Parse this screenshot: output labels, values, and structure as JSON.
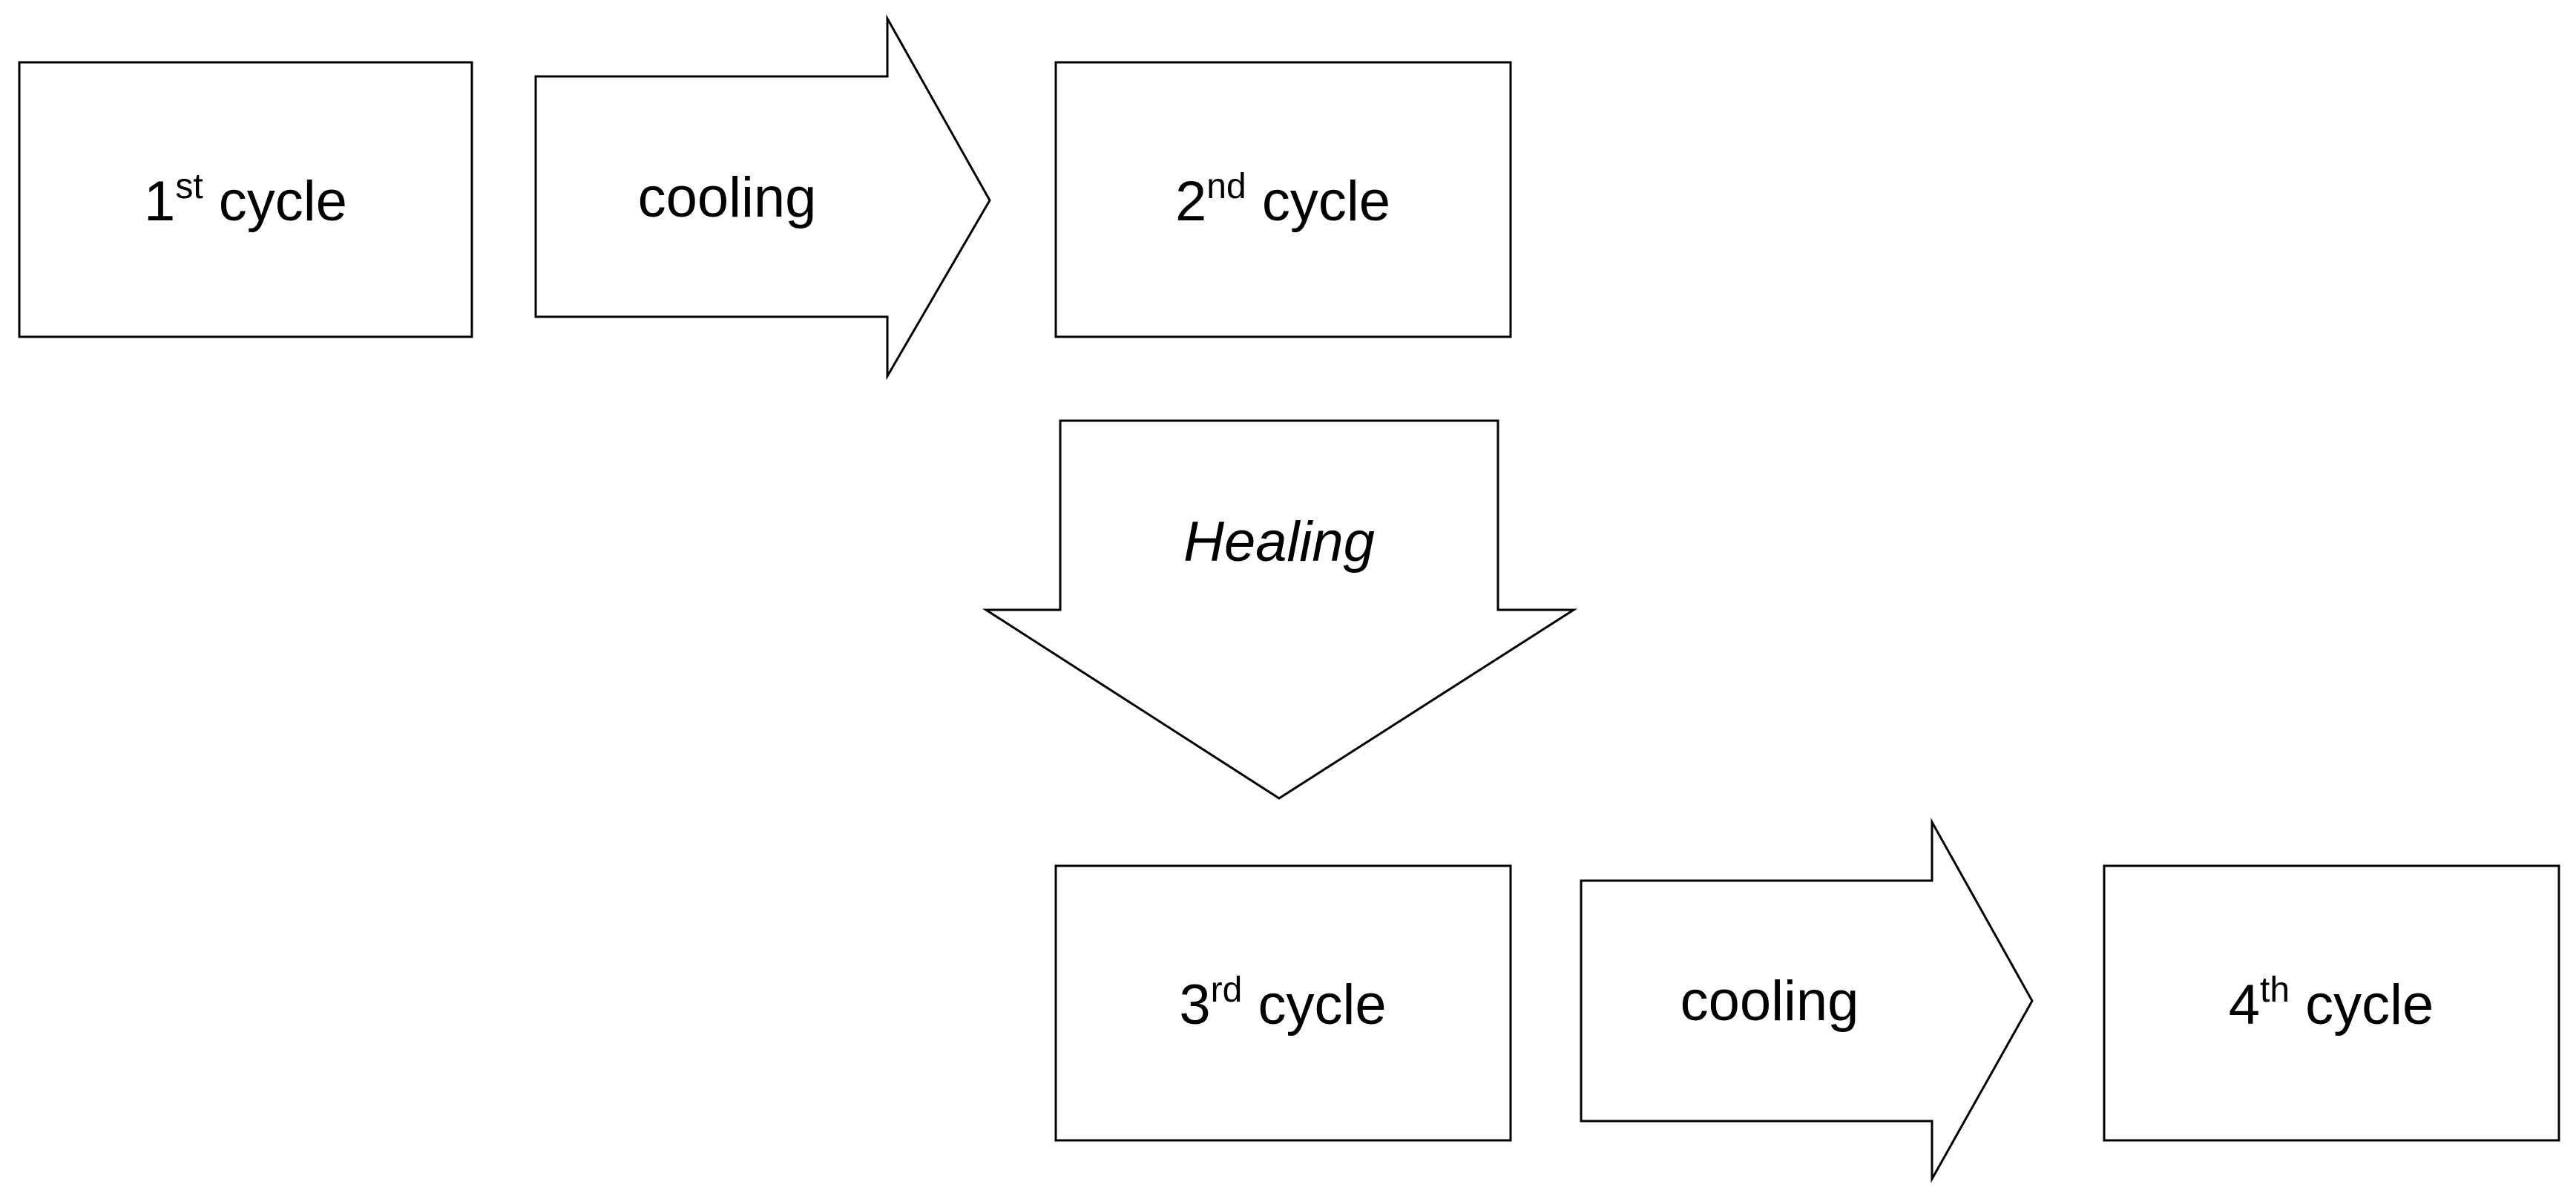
{
  "colors": {
    "stroke": "#000000",
    "fill": "#ffffff",
    "text": "#000000"
  },
  "cycles": {
    "c1": {
      "number": "1",
      "suffix": "st",
      "word": "cycle"
    },
    "c2": {
      "number": "2",
      "suffix": "nd",
      "word": "cycle"
    },
    "c3": {
      "number": "3",
      "suffix": "rd",
      "word": "cycle"
    },
    "c4": {
      "number": "4",
      "suffix": "th",
      "word": "cycle"
    }
  },
  "arrows": {
    "a1": {
      "label": "cooling"
    },
    "a2": {
      "label": "Healing"
    },
    "a3": {
      "label": "cooling"
    }
  }
}
